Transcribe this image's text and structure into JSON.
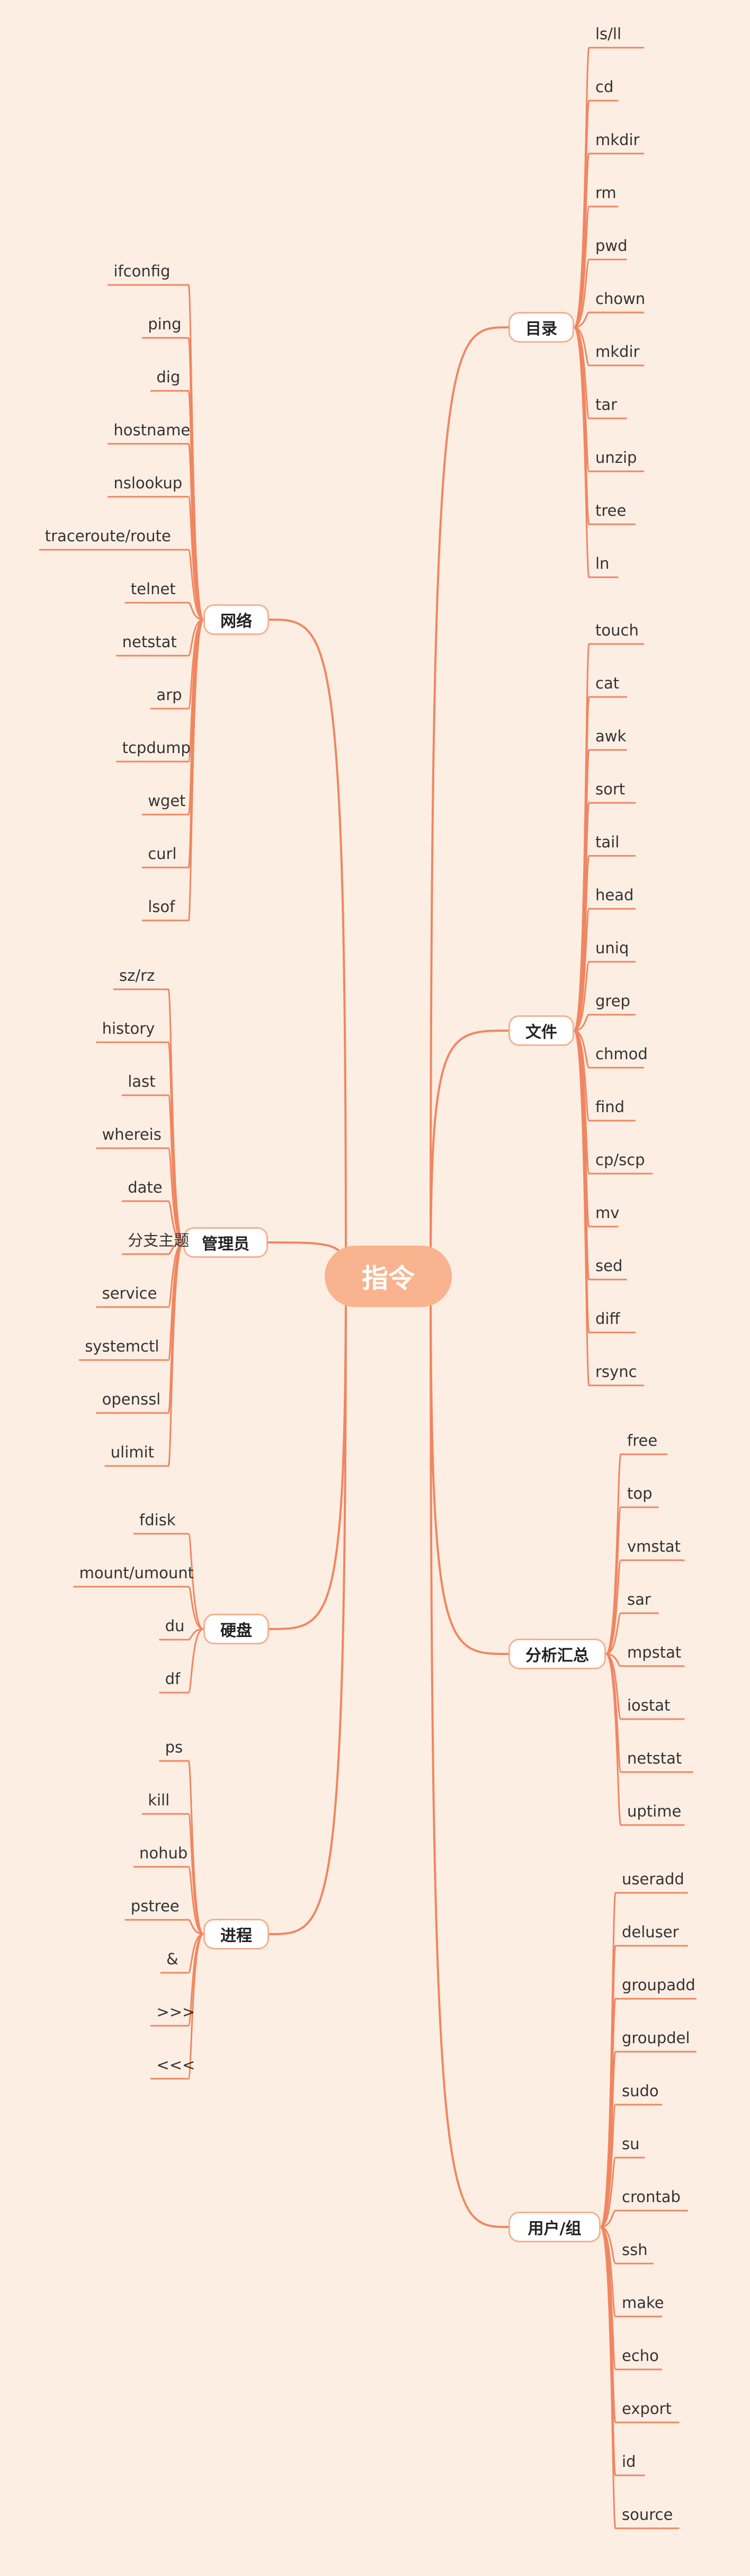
{
  "colors": {
    "background": "#fdeee4",
    "line": "#f08660",
    "root": "#f9b38e",
    "node_border": "#f6b08e"
  },
  "root": {
    "label": "指令"
  },
  "branches": [
    {
      "id": "mulu",
      "label": "目录",
      "side": "right",
      "items": [
        "ls/ll",
        "cd",
        "mkdir",
        "rm",
        "pwd",
        "chown",
        "mkdir",
        "tar",
        "unzip",
        "tree",
        "ln"
      ]
    },
    {
      "id": "wenjian",
      "label": "文件",
      "side": "right",
      "items": [
        "touch",
        "cat",
        "awk",
        "sort",
        "tail",
        "head",
        "uniq",
        "grep",
        "chmod",
        "find",
        "cp/scp",
        "mv",
        "sed",
        "diff",
        "rsync"
      ]
    },
    {
      "id": "fenxi",
      "label": "分析汇总",
      "side": "right",
      "items": [
        "free",
        "top",
        "vmstat",
        "sar",
        "mpstat",
        "iostat",
        "netstat",
        "uptime"
      ]
    },
    {
      "id": "yonghu",
      "label": "用户/组",
      "side": "right",
      "items": [
        "useradd",
        "deluser",
        "groupadd",
        "groupdel",
        "sudo",
        "su",
        "crontab",
        "ssh",
        "make",
        "echo",
        "export",
        "id",
        "source"
      ]
    },
    {
      "id": "wangluo",
      "label": "网络",
      "side": "left",
      "items": [
        "ifconfig",
        "ping",
        "dig",
        "hostname",
        "nslookup",
        "traceroute/route",
        "telnet",
        "netstat",
        "arp",
        "tcpdump",
        "wget",
        "curl",
        "lsof"
      ]
    },
    {
      "id": "guanli",
      "label": "管理员",
      "side": "left",
      "items": [
        "sz/rz",
        "history",
        "last",
        "whereis",
        "date",
        "分支主题",
        "service",
        "systemctl",
        "openssl",
        "ulimit"
      ]
    },
    {
      "id": "yingpan",
      "label": "硬盘",
      "side": "left",
      "items": [
        "fdisk",
        "mount/umount",
        "du",
        "df"
      ]
    },
    {
      "id": "jincheng",
      "label": "进程",
      "side": "left",
      "items": [
        "ps",
        "kill",
        "nohub",
        "pstree",
        "&",
        ">>>",
        "<<<"
      ]
    }
  ]
}
